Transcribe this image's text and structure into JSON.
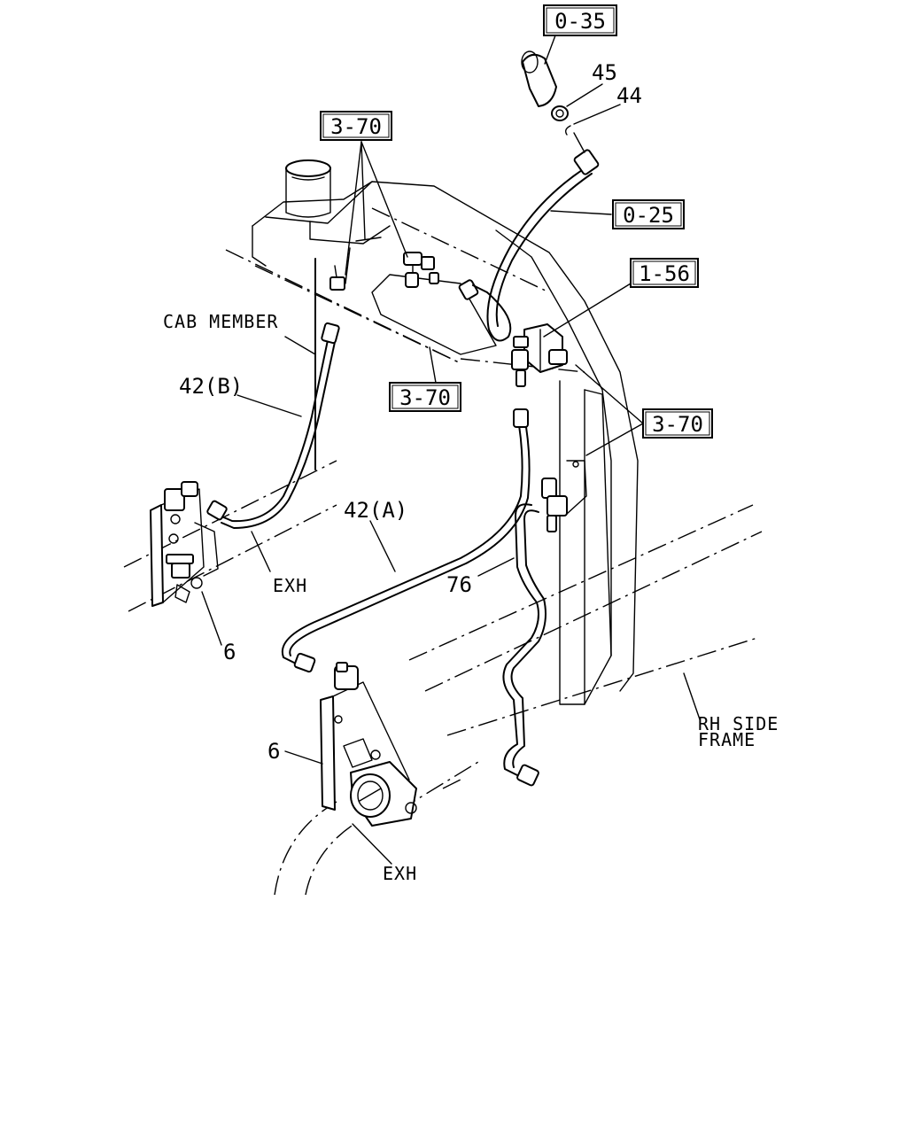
{
  "refs": {
    "r_0_35": "0-35",
    "r_3_70_top": "3-70",
    "r_0_25": "0-25",
    "r_1_56": "1-56",
    "r_3_70_mid": "3-70",
    "r_3_70_right": "3-70"
  },
  "parts": {
    "p45": "45",
    "p44": "44",
    "p42b": "42(B)",
    "p42a": "42(A)",
    "p76": "76",
    "p6_upper": "6",
    "p6_lower": "6"
  },
  "labels": {
    "cab_member": "CAB MEMBER",
    "exh_upper": "EXH",
    "exh_lower": "EXH",
    "rh_side_frame_1": "RH SIDE",
    "rh_side_frame_2": "FRAME"
  }
}
